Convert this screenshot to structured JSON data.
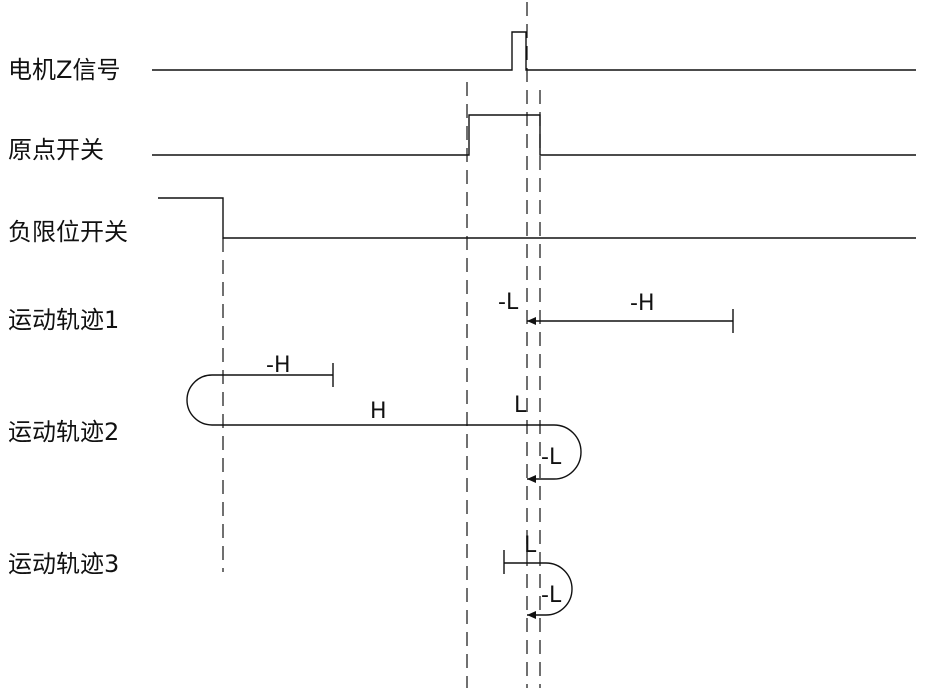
{
  "signals": [
    {
      "id": "motor_z",
      "label": "电机Z信号"
    },
    {
      "id": "home_switch",
      "label": "原点开关"
    },
    {
      "id": "neg_limit",
      "label": "负限位开关"
    }
  ],
  "trajectories": [
    {
      "id": "traj1",
      "label": "运动轨迹1",
      "segments": [
        {
          "speed_label": "-L"
        },
        {
          "speed_label": "-H"
        }
      ]
    },
    {
      "id": "traj2",
      "label": "运动轨迹2",
      "segments": [
        {
          "speed_label": "-H"
        },
        {
          "speed_label": "H"
        },
        {
          "speed_label": "L"
        },
        {
          "speed_label": "-L"
        }
      ]
    },
    {
      "id": "traj3",
      "label": "运动轨迹3",
      "segments": [
        {
          "speed_label": "L"
        },
        {
          "speed_label": "-L"
        }
      ]
    }
  ]
}
